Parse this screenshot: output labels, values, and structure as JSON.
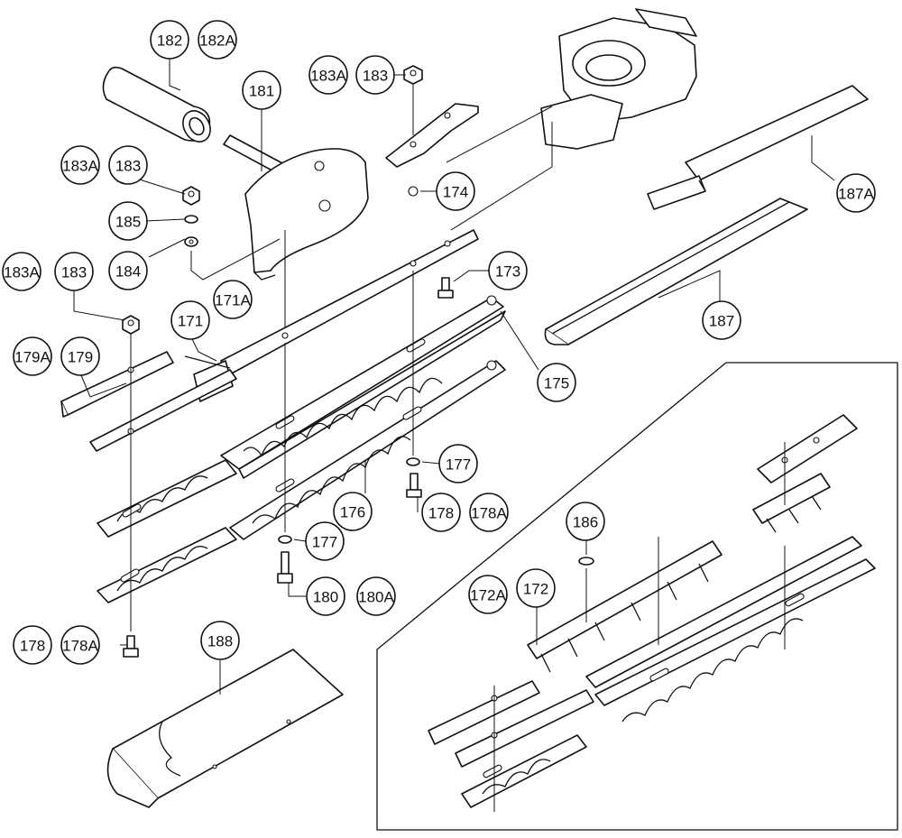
{
  "callouts": [
    {
      "id": "c182",
      "text": "182"
    },
    {
      "id": "c182A",
      "text": "182A"
    },
    {
      "id": "c181",
      "text": "181"
    },
    {
      "id": "c183A_1",
      "text": "183A"
    },
    {
      "id": "c183_1",
      "text": "183"
    },
    {
      "id": "c183A_2",
      "text": "183A"
    },
    {
      "id": "c183_2",
      "text": "183"
    },
    {
      "id": "c185",
      "text": "185"
    },
    {
      "id": "c184",
      "text": "184"
    },
    {
      "id": "c183A_3",
      "text": "183A"
    },
    {
      "id": "c183_3",
      "text": "183"
    },
    {
      "id": "c171A",
      "text": "171A"
    },
    {
      "id": "c171",
      "text": "171"
    },
    {
      "id": "c179A",
      "text": "179A"
    },
    {
      "id": "c179",
      "text": "179"
    },
    {
      "id": "c174",
      "text": "174"
    },
    {
      "id": "c173",
      "text": "173"
    },
    {
      "id": "c175",
      "text": "175"
    },
    {
      "id": "c187A",
      "text": "187A"
    },
    {
      "id": "c187",
      "text": "187"
    },
    {
      "id": "c177_1",
      "text": "177"
    },
    {
      "id": "c176",
      "text": "176"
    },
    {
      "id": "c178_1",
      "text": "178"
    },
    {
      "id": "c178A_1",
      "text": "178A"
    },
    {
      "id": "c177_2",
      "text": "177"
    },
    {
      "id": "c180",
      "text": "180"
    },
    {
      "id": "c180A",
      "text": "180A"
    },
    {
      "id": "c178_2",
      "text": "178"
    },
    {
      "id": "c178A_2",
      "text": "178A"
    },
    {
      "id": "c188",
      "text": "188"
    },
    {
      "id": "c186",
      "text": "186"
    },
    {
      "id": "c172A",
      "text": "172A"
    },
    {
      "id": "c172",
      "text": "172"
    }
  ]
}
